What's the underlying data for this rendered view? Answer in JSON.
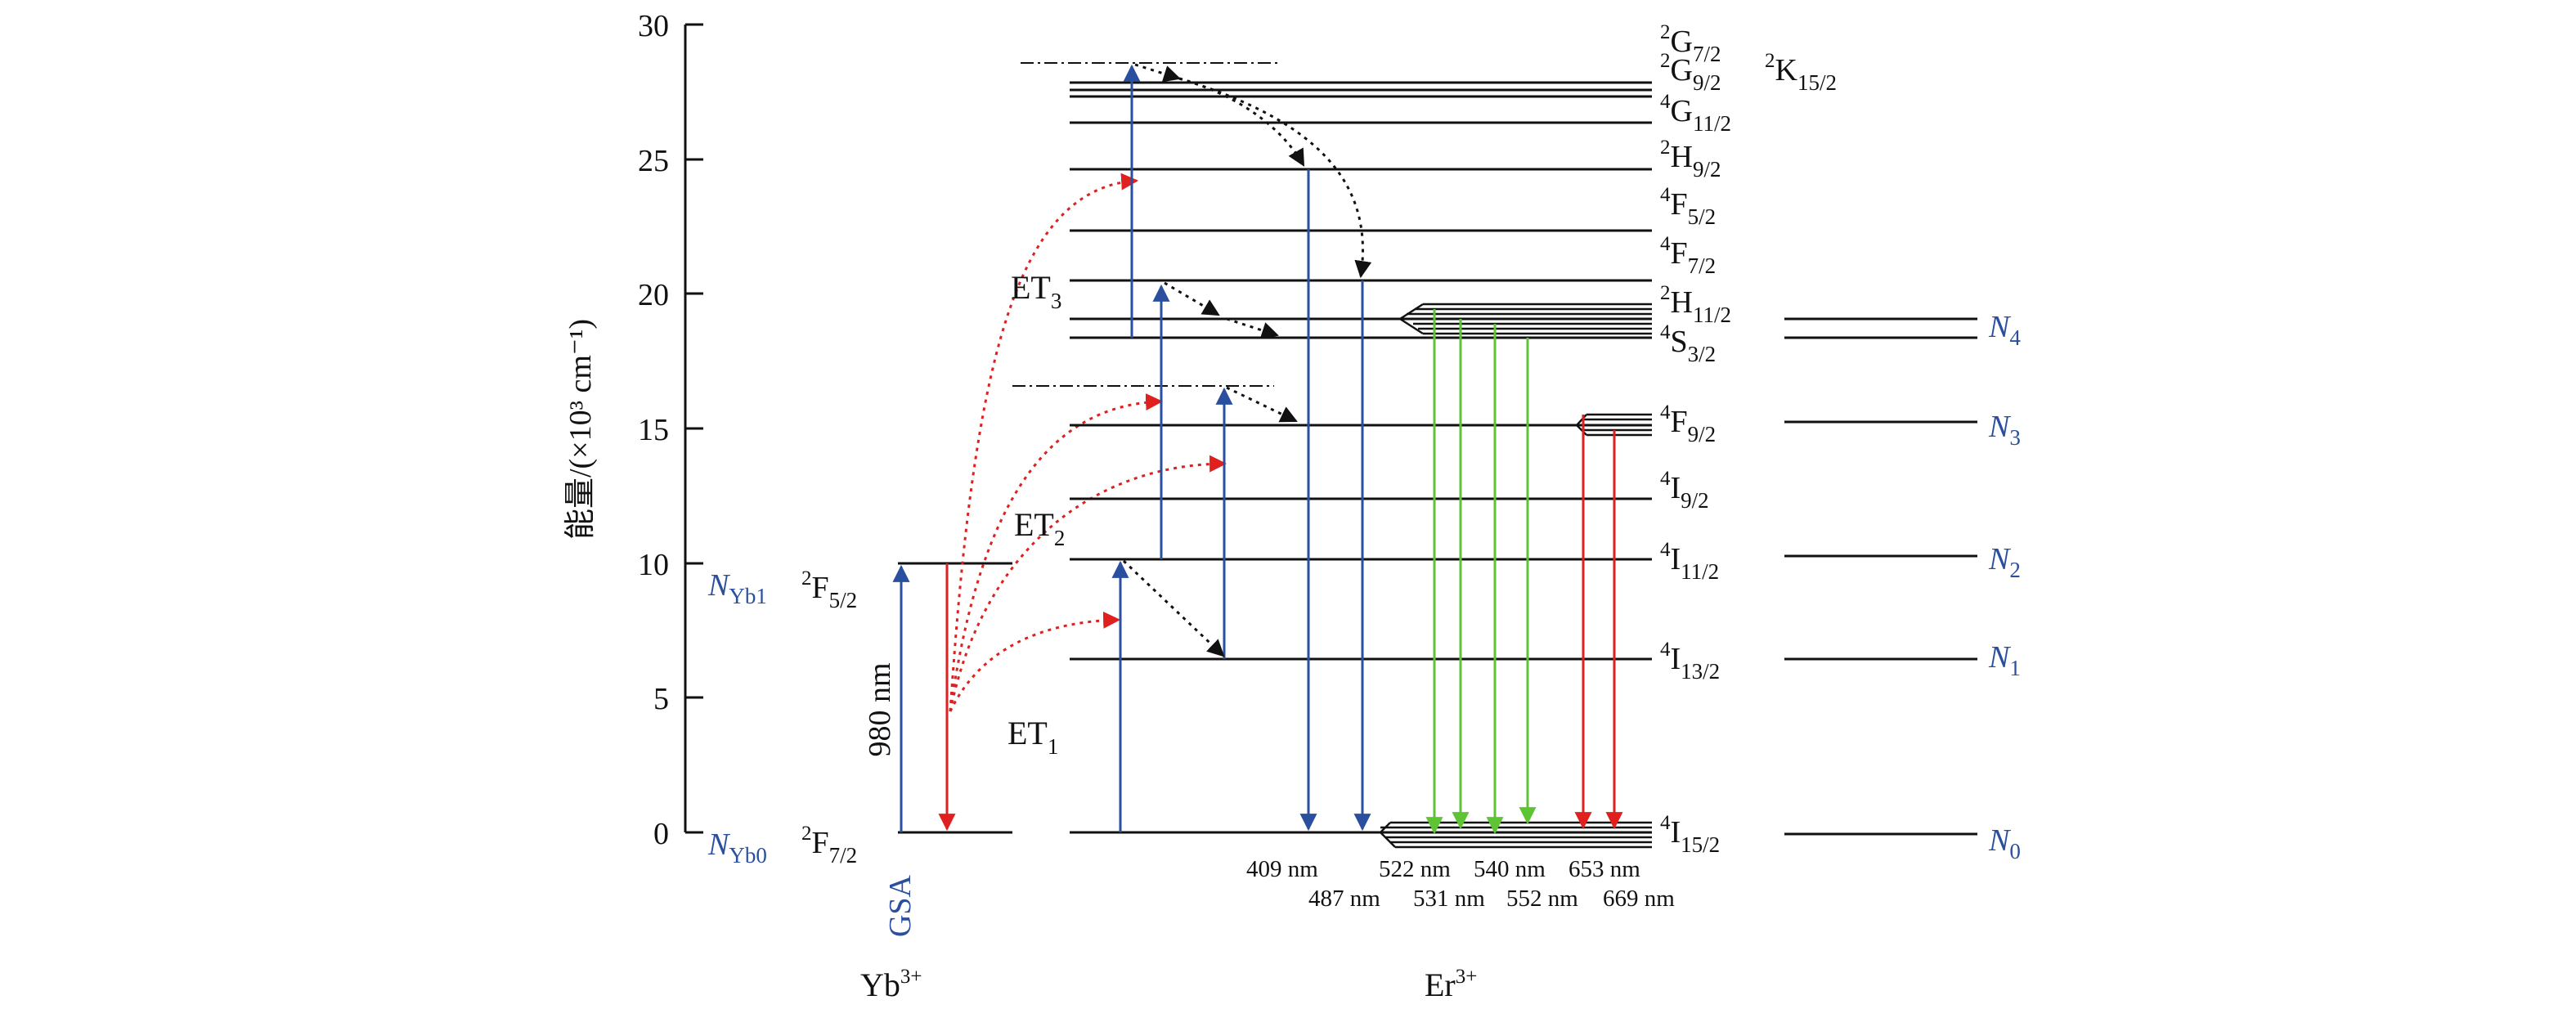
{
  "y_axis": {
    "title": "能量/(×10³ cm⁻¹)",
    "ticks": [
      "0",
      "5",
      "10",
      "15",
      "20",
      "25",
      "30"
    ],
    "range": [
      0,
      30
    ]
  },
  "colors": {
    "pump_arrow": "#2a4f9f",
    "red_emission": "#e0201f",
    "green_emission": "#5fc433",
    "energy_transfer": "#e0201f",
    "relaxation": "#111111",
    "population_label": "#2a4f9f"
  },
  "yb": {
    "ion": {
      "base": "Yb",
      "sup": "3+"
    },
    "levels": [
      {
        "energy": 0,
        "label": {
          "pre": "2",
          "main": "F",
          "sub": "7/2"
        },
        "pop": {
          "main": "N",
          "sub": "Yb0"
        }
      },
      {
        "energy": 10,
        "label": {
          "pre": "2",
          "main": "F",
          "sub": "5/2"
        },
        "pop": {
          "main": "N",
          "sub": "Yb1"
        }
      }
    ],
    "pump_label": "980 nm",
    "gsa_label": "GSA"
  },
  "er": {
    "ion": {
      "base": "Er",
      "sup": "3+"
    },
    "levels": [
      {
        "energy": 0,
        "label": {
          "pre": "4",
          "main": "I",
          "sub": "15/2"
        }
      },
      {
        "energy": 6.45,
        "label": {
          "pre": "4",
          "main": "I",
          "sub": "13/2"
        }
      },
      {
        "energy": 10.2,
        "label": {
          "pre": "4",
          "main": "I",
          "sub": "11/2"
        }
      },
      {
        "energy": 12.4,
        "label": {
          "pre": "4",
          "main": "I",
          "sub": "9/2"
        }
      },
      {
        "energy": 15.2,
        "label": {
          "pre": "4",
          "main": "F",
          "sub": "9/2"
        }
      },
      {
        "energy": 18.4,
        "label": {
          "pre": "4",
          "main": "S",
          "sub": "3/2"
        }
      },
      {
        "energy": 19.1,
        "label": {
          "pre": "2",
          "main": "H",
          "sub": "11/2"
        }
      },
      {
        "energy": 20.5,
        "label": {
          "pre": "4",
          "main": "F",
          "sub": "7/2"
        }
      },
      {
        "energy": 22.3,
        "label": {
          "pre": "4",
          "main": "F",
          "sub": "5/2"
        }
      },
      {
        "energy": 24.6,
        "label": {
          "pre": "2",
          "main": "H",
          "sub": "9/2"
        }
      },
      {
        "energy": 26.4,
        "label": {
          "pre": "4",
          "main": "G",
          "sub": "11/2"
        }
      },
      {
        "energy": 27.3,
        "label": {
          "pre": "2",
          "main": "G",
          "sub": "9/2"
        }
      },
      {
        "energy": 27.8,
        "label": {
          "pre": "2",
          "main": "G",
          "sub": "7/2"
        }
      },
      {
        "energy": 27.55,
        "label": {
          "pre": "2",
          "main": "K",
          "sub": "15/2"
        }
      }
    ],
    "et_labels": [
      {
        "main": "ET",
        "sub": "1"
      },
      {
        "main": "ET",
        "sub": "2"
      },
      {
        "main": "ET",
        "sub": "3"
      }
    ]
  },
  "emissions": [
    {
      "wavelength": "409 nm",
      "color": "blue"
    },
    {
      "wavelength": "487 nm",
      "color": "blue"
    },
    {
      "wavelength": "522 nm",
      "color": "green"
    },
    {
      "wavelength": "531 nm",
      "color": "green"
    },
    {
      "wavelength": "540 nm",
      "color": "green"
    },
    {
      "wavelength": "552 nm",
      "color": "green"
    },
    {
      "wavelength": "653 nm",
      "color": "red"
    },
    {
      "wavelength": "669 nm",
      "color": "red"
    }
  ],
  "model_levels": [
    {
      "main": "N",
      "sub": "0"
    },
    {
      "main": "N",
      "sub": "1"
    },
    {
      "main": "N",
      "sub": "2"
    },
    {
      "main": "N",
      "sub": "3"
    },
    {
      "main": "N",
      "sub": "4"
    }
  ]
}
